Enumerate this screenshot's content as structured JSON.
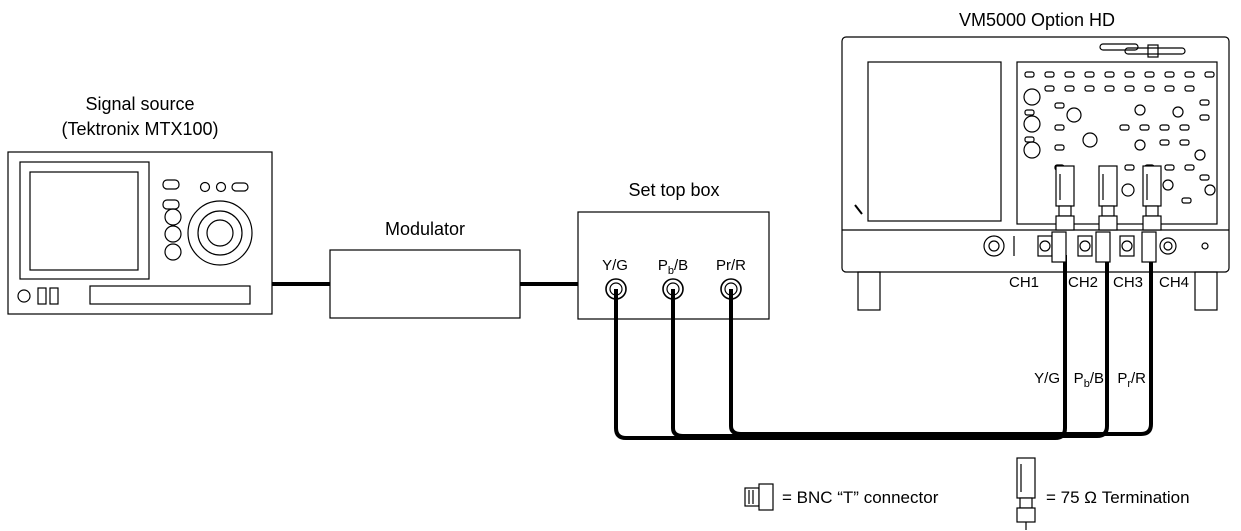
{
  "labels": {
    "signal_source_line1": "Signal source",
    "signal_source_line2": "(Tektronix MTX100)",
    "modulator": "Modulator",
    "set_top_box": "Set top box",
    "vm5000": "VM5000 Option HD",
    "stb_port_yg": "Y/G",
    "stb_port_pb_main": "P",
    "stb_port_pb_sub": "b",
    "stb_port_pb_rest": "/B",
    "stb_port_pr": "Pr/R",
    "ch1": "CH1",
    "ch2": "CH2",
    "ch3": "CH3",
    "ch4": "CH4",
    "cable_yg": "Y/G",
    "cable_pb_main": "P",
    "cable_pb_sub": "b",
    "cable_pb_rest": "/B",
    "cable_pr_main": "P",
    "cable_pr_sub": "r",
    "cable_pr_rest": "/R",
    "legend_bnc": "= BNC “T” connector",
    "legend_term": "= 75 Ω Termination"
  },
  "colors": {
    "line": "#000000",
    "background": "#ffffff"
  }
}
